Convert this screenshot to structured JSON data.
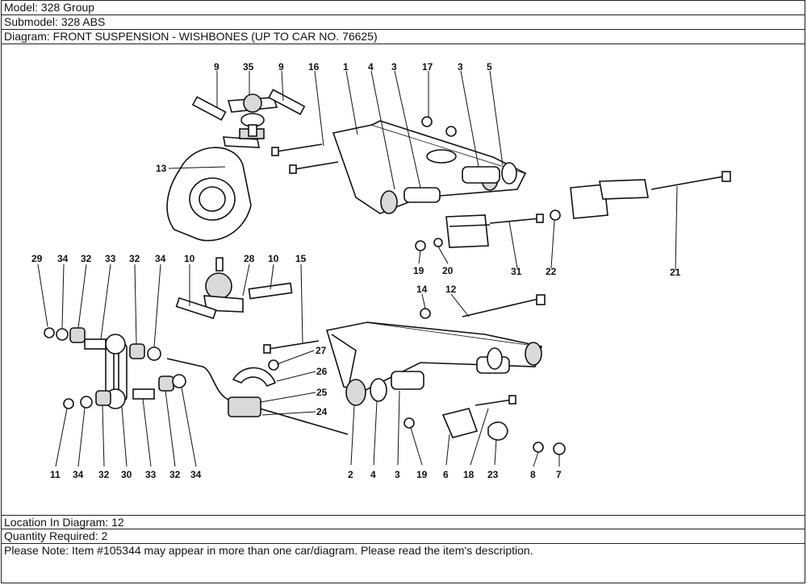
{
  "header": {
    "model": "Model: 328 Group",
    "submodel": "Submodel: 328 ABS",
    "diagram": "Diagram: FRONT SUSPENSION - WISHBONES (UP TO CAR NO. 76625)"
  },
  "callouts": [
    "9",
    "35",
    "9",
    "16",
    "1",
    "4",
    "3",
    "17",
    "3",
    "5",
    "13",
    "29",
    "34",
    "32",
    "33",
    "32",
    "34",
    "10",
    "28",
    "10",
    "15",
    "19",
    "20",
    "31",
    "22",
    "21",
    "14",
    "12",
    "27",
    "26",
    "25",
    "24",
    "11",
    "34",
    "32",
    "30",
    "33",
    "32",
    "34",
    "2",
    "4",
    "3",
    "19",
    "6",
    "18",
    "23",
    "8",
    "7"
  ],
  "footer": {
    "location": "Location In Diagram: 12",
    "quantity": "Quantity Required: 2",
    "note": "Please Note: Item #105344 may appear in more than one car/diagram. Please read the item's description."
  }
}
